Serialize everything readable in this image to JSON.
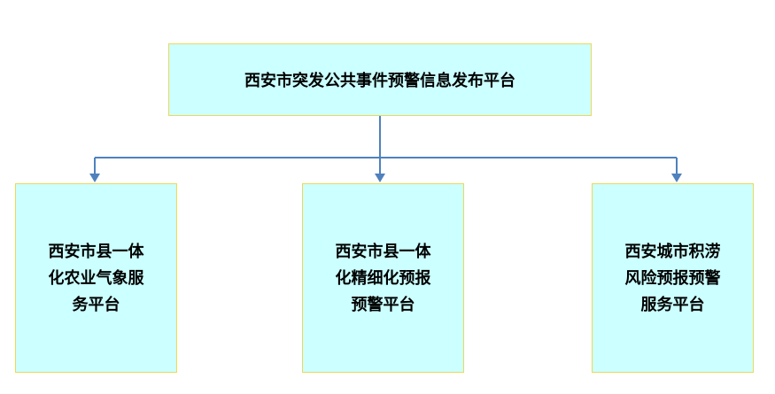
{
  "colors": {
    "box_fill": "#ccffff",
    "box_border": "#eed858",
    "connector": "#4f81bd",
    "text": "#000000"
  },
  "root": {
    "label": "西安市突发公共事件预警信息发布平台"
  },
  "children": [
    {
      "name": "agro-meteorology-platform",
      "lines": [
        "西安市县一体",
        "化农业气象服",
        "务平台"
      ]
    },
    {
      "name": "refined-forecast-warning-platform",
      "lines": [
        "西安市县一体",
        "化精细化预报",
        "预警平台"
      ]
    },
    {
      "name": "urban-waterlogging-platform",
      "lines": [
        "西安城市积涝",
        "风险预报预警",
        "服务平台"
      ]
    }
  ]
}
